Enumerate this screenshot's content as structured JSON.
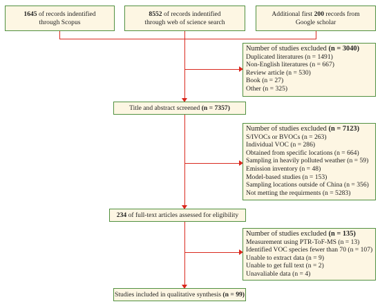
{
  "sources": [
    {
      "count": "1645",
      "lines": [
        "of records indentified",
        "through Scopus"
      ]
    },
    {
      "count": "8552",
      "lines": [
        "of records indentified",
        "through web of science search"
      ]
    },
    {
      "lead": "Additional first",
      "count": "200",
      "lines": [
        "records from",
        "Google scholar"
      ]
    }
  ],
  "exclusion1": {
    "title": "Number of studies excluded",
    "total": "(n = 3040)",
    "items": [
      "Duplicated literatures (n = 1491)",
      "Non-English literatures (n = 667)",
      "Review article (n = 530)",
      "Book (n = 27)",
      "Other (n = 325)"
    ]
  },
  "screened": {
    "label": "Title and abstract screened",
    "count": "(n = 7357)"
  },
  "exclusion2": {
    "title": "Number of studies excluded",
    "total": "(n = 7123)",
    "items": [
      "S/IVOCs or BVOCs (n = 263)",
      "Individual VOC (n = 286)",
      "Obtained from specific locations (n = 664)",
      "Sampling in heavily polluted weather (n = 59)",
      "Emission inventory (n = 48)",
      "Model-based studies (n = 153)",
      "Sampling locations outside of China (n = 356)",
      "Not metting the requirments (n = 5283)"
    ]
  },
  "fulltext": {
    "count": "234",
    "label": "of full-text articles assessed for eligibility"
  },
  "exclusion3": {
    "title": "Number of studies excluded",
    "total": "(n = 135)",
    "items": [
      "Measurement using PTR-ToF-MS (n = 13)",
      "Identified VOC species fewer than 70 (n = 107)",
      "Unable to extract data (n = 9)",
      "Unable to get full text (n = 2)",
      "Unavaliable data (n = 4)"
    ]
  },
  "included": {
    "label": "Studies included in qualitative synthesis",
    "count": "(n = 99)"
  },
  "colors": {
    "border": "#4f8f3e",
    "fill": "#fdf6e3",
    "arrow": "#d9271c"
  }
}
